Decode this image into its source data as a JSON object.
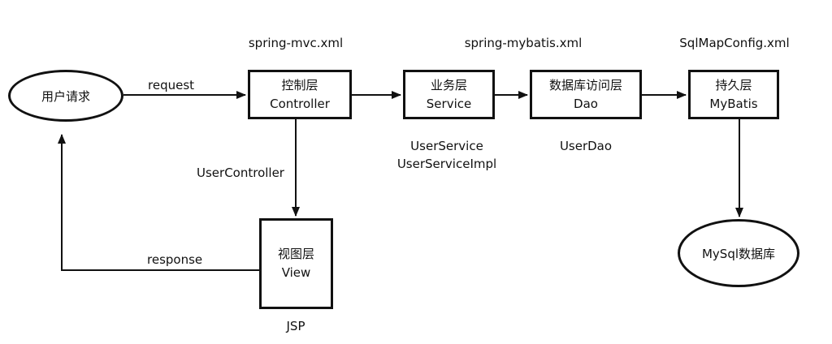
{
  "nodes": {
    "user_request": "用户请求",
    "controller": {
      "line1": "控制层",
      "line2": "Controller"
    },
    "service": {
      "line1": "业务层",
      "line2": "Service"
    },
    "dao": {
      "line1": "数据库访问层",
      "line2": "Dao"
    },
    "persistence": {
      "line1": "持久层",
      "line2": "MyBatis"
    },
    "view": {
      "line1": "视图层",
      "line2": "View"
    },
    "mysql": "MySql数据库"
  },
  "config_files": {
    "spring_mvc": "spring-mvc.xml",
    "spring_mybatis": "spring-mybatis.xml",
    "sqlmap": "SqlMapConfig.xml"
  },
  "edge_labels": {
    "request": "request",
    "response": "response"
  },
  "implementations": {
    "user_controller": "UserController",
    "user_service": "UserService",
    "user_service_impl": "UserServiceImpl",
    "user_dao": "UserDao",
    "jsp": "JSP"
  }
}
